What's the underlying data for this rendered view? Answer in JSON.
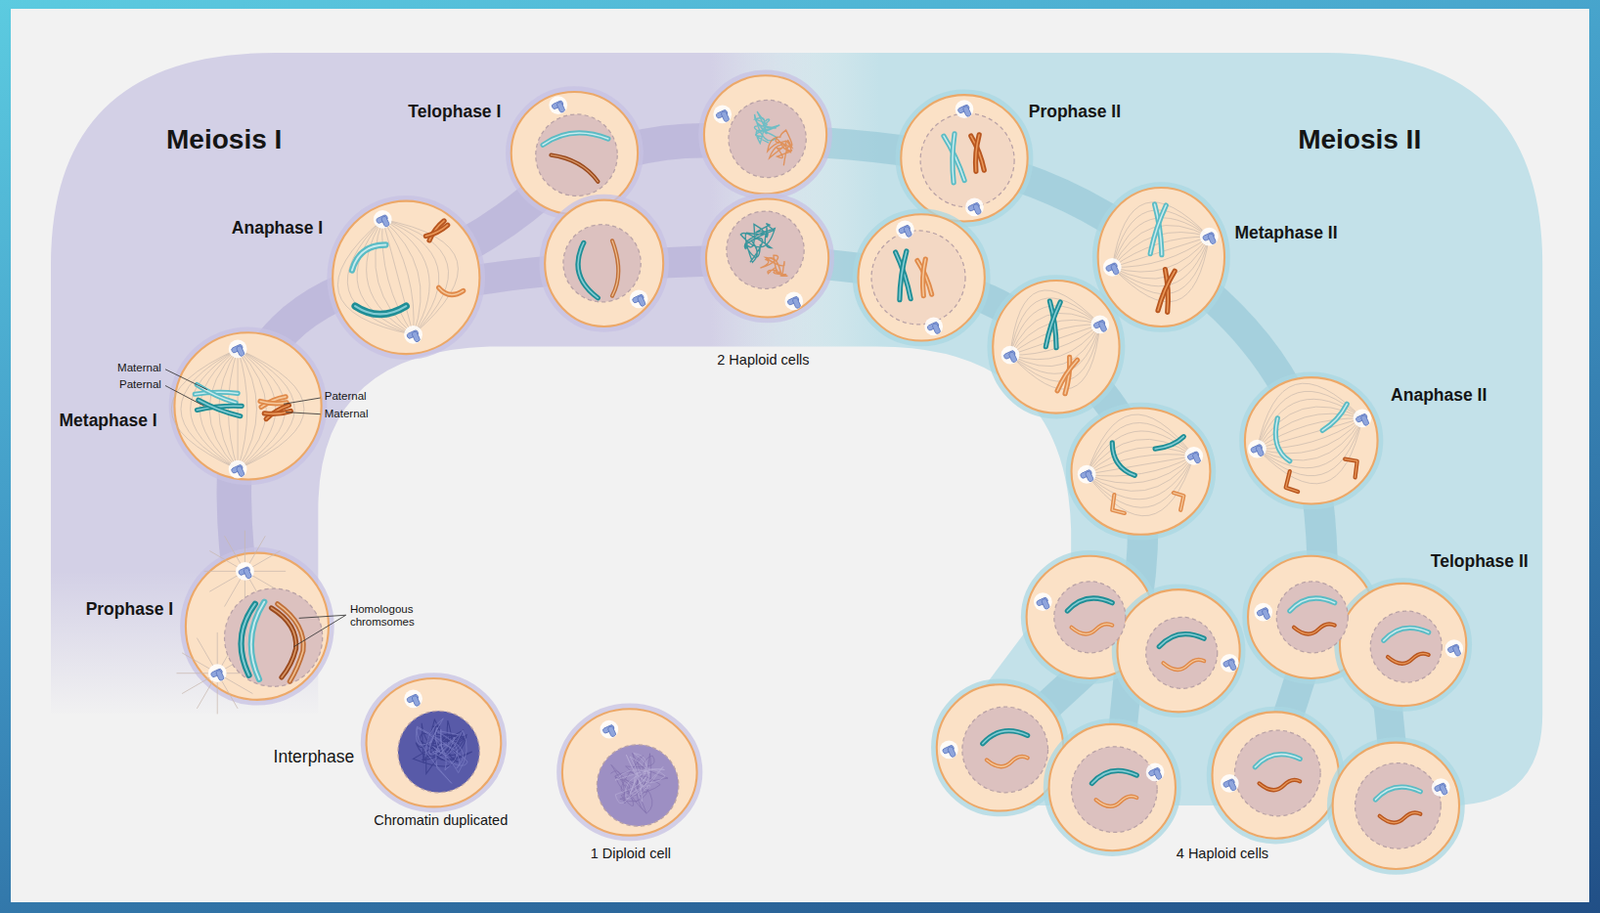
{
  "diagram": {
    "nodes": [
      {
        "text": [
          "Meiosis I"
        ]
      },
      {
        "text": [
          "Meiosis II"
        ]
      }
    ],
    "labels": [
      "Telophase I",
      "Anaphase I",
      "Maternal",
      "Paternal",
      "Paternal",
      "Maternal",
      "Metaphase I",
      "Prophase I",
      "Homologous chromsomes",
      "Interphase",
      "Chromatin duplicated",
      "1 Diploid cell",
      "2 Haploid cells",
      "Prophase II",
      "Metaphase II",
      "Anaphase II",
      "Telophase II",
      "4 Haploid cells"
    ]
  }
}
